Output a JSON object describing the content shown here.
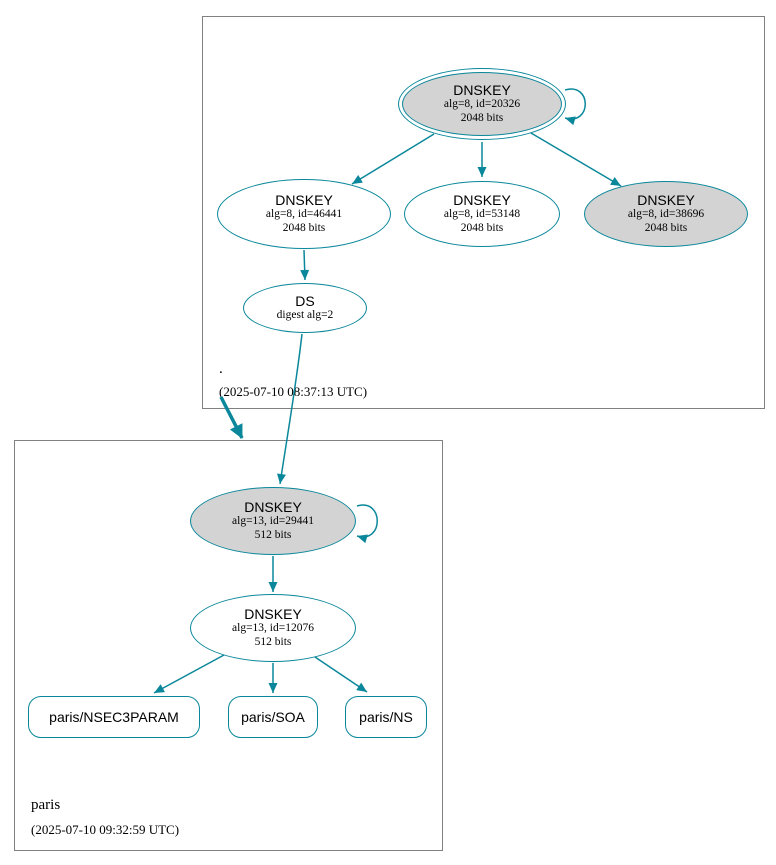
{
  "colors": {
    "edge": "#0a879a",
    "ksk_fill": "#d3d3d3",
    "node_fill": "#ffffff",
    "box_border": "#808080"
  },
  "zones": {
    "root": {
      "label": ".",
      "timestamp": "(2025-07-10 08:37:13 UTC)",
      "nodes": {
        "ksk20326": {
          "title": "DNSKEY",
          "detail1": "alg=8, id=20326",
          "detail2": "2048 bits"
        },
        "zsk46441": {
          "title": "DNSKEY",
          "detail1": "alg=8, id=46441",
          "detail2": "2048 bits"
        },
        "zsk53148": {
          "title": "DNSKEY",
          "detail1": "alg=8, id=53148",
          "detail2": "2048 bits"
        },
        "ksk38696": {
          "title": "DNSKEY",
          "detail1": "alg=8, id=38696",
          "detail2": "2048 bits"
        },
        "ds": {
          "title": "DS",
          "detail1": "digest alg=2"
        }
      }
    },
    "paris": {
      "label": "paris",
      "timestamp": "(2025-07-10 09:32:59 UTC)",
      "nodes": {
        "ksk29441": {
          "title": "DNSKEY",
          "detail1": "alg=13, id=29441",
          "detail2": "512 bits"
        },
        "zsk12076": {
          "title": "DNSKEY",
          "detail1": "alg=13, id=12076",
          "detail2": "512 bits"
        },
        "nsec3param": {
          "label": "paris/NSEC3PARAM"
        },
        "soa": {
          "label": "paris/SOA"
        },
        "ns": {
          "label": "paris/NS"
        }
      }
    }
  }
}
